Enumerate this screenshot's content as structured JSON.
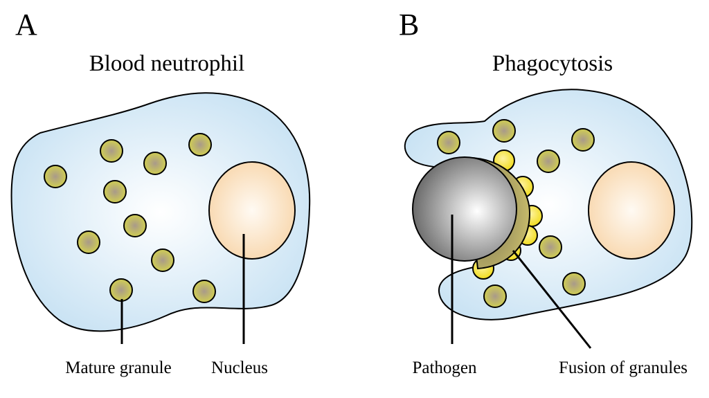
{
  "panel_a": {
    "letter": "A",
    "title": "Blood neutrophil",
    "labels": {
      "granule": "Mature granule",
      "nucleus": "Nucleus"
    }
  },
  "panel_b": {
    "letter": "B",
    "title": "Phagocytosis",
    "labels": {
      "pathogen": "Pathogen",
      "fusion": "Fusion of granules"
    }
  },
  "colors": {
    "cytoplasm": "#cfe6f5",
    "cytoplasm_center": "#ffffff",
    "nucleus": "#fbe0bf",
    "granule": "#c9c65a",
    "fused_granule": "#f4e436",
    "pathogen_dark": "#6e6e6e",
    "outline": "#000000"
  }
}
